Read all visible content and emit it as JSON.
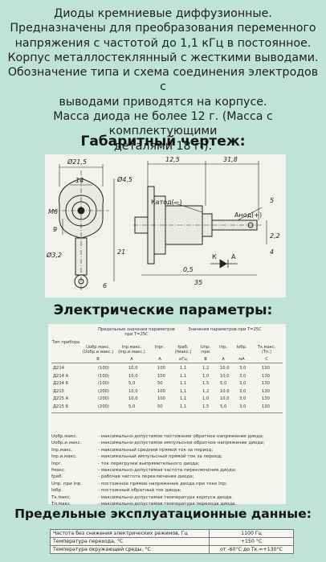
{
  "intro": [
    "Диоды кремниевые диффузионные.",
    "Предназначены для преобразования переменного",
    "напряжения с частотой до 1,1 кГц в постоянное.",
    "Корпус металлостеклянный с жесткими выводами.",
    "Обозначение типа и схема соединения электродов с",
    "выводами приводятся на корпусе.",
    "Масса диода не более 12 г. (Масса с комплектующими",
    "деталями 18 г.)."
  ],
  "gabarit": {
    "title": "Габаритный чертеж:",
    "dims": [
      "Ø21,5",
      "12,5",
      "31,8",
      "14",
      "Ø4,5",
      "M6",
      "9",
      "21",
      "Ø3,2",
      "6",
      "0,5",
      "35",
      "5",
      "2,2",
      "4"
    ],
    "labels": {
      "cathode": "Катод(−)",
      "anode": "Анод(+)",
      "k": "К",
      "a": "А"
    }
  },
  "electric": {
    "title": "Электрические параметры:",
    "group_limits": "Предельные значения параметров при T=25C",
    "group_values": "Значения параметров при T=25C",
    "col_type": "Тип прибора",
    "columns": [
      {
        "name": "Uобр.макс. (Uобр.и.макс.)",
        "unit": "В"
      },
      {
        "name": "Iпр.макс. (Iпр.и.макс.)",
        "unit": "А"
      },
      {
        "name": "Iпрг.",
        "unit": "А"
      },
      {
        "name": "fраб. (fмакс.)",
        "unit": "кГц"
      },
      {
        "name": "Uпр. при",
        "unit": "В"
      },
      {
        "name": "Iпр.",
        "unit": "А"
      },
      {
        "name": "Iобр.",
        "unit": "мА"
      },
      {
        "name": "Tк.макс. (Тп.)",
        "unit": "С"
      }
    ],
    "rows": [
      {
        "type": "Д214",
        "cells": [
          "(100)",
          "10,0",
          "100",
          "1,1",
          "1,2",
          "10,0",
          "3,0",
          "130"
        ]
      },
      {
        "type": "Д214 А",
        "cells": [
          "(100)",
          "10,0",
          "100",
          "1,1",
          "1,0",
          "10,0",
          "3,0",
          "130"
        ]
      },
      {
        "type": "Д214 Б",
        "cells": [
          "(100)",
          "5,0",
          "50",
          "1,1",
          "1,5",
          "5,0",
          "3,0",
          "130"
        ]
      },
      {
        "type": "Д215",
        "cells": [
          "(200)",
          "10,0",
          "100",
          "1,1",
          "1,2",
          "10,0",
          "3,0",
          "130"
        ]
      },
      {
        "type": "Д215 А",
        "cells": [
          "(200)",
          "10,0",
          "100",
          "1,1",
          "1,0",
          "10,0",
          "3,0",
          "130"
        ]
      },
      {
        "type": "Д215 Б",
        "cells": [
          "(200)",
          "5,0",
          "50",
          "1,1",
          "1,5",
          "5,0",
          "3,0",
          "130"
        ]
      }
    ],
    "legend": [
      {
        "k": "Uобр.макс.",
        "v": "- максимально-допустимое постоянное обратное напряжение диода;"
      },
      {
        "k": "Uобр.и.макс.",
        "v": "- максимально-допустимое импульсное обратное напряжение диода;"
      },
      {
        "k": "Iпр.макс.",
        "v": "- максимальный средний прямой ток за период;"
      },
      {
        "k": "Iпр.и.макс.",
        "v": "- максимальный импульсный прямой ток за период;"
      },
      {
        "k": "Iпрг.",
        "v": "- ток перегрузки выпрямительного диода;"
      },
      {
        "k": "fмакс.",
        "v": "- максимально-допустимая частота переключения диода;"
      },
      {
        "k": "fраб.",
        "v": "- рабочая частота переключения диода;"
      },
      {
        "k": "Uпр. при Iпр.",
        "v": "- постоянное прямое напряжение диода при токе Iпр;"
      },
      {
        "k": "Iобр.",
        "v": "- постоянный обратный ток диода;"
      },
      {
        "k": "Tк.макс.",
        "v": "- максимально-допустимая температура корпуса диода."
      },
      {
        "k": "Tп.макс.",
        "v": "- максимально-допустимая температура перехода диода."
      }
    ]
  },
  "limits": {
    "title": "Предельные эксплуатационные данные:",
    "rows": [
      {
        "name": "Частота без снижения электрических режимов, Гц",
        "value": "1100 Гц"
      },
      {
        "name": "Температура перехода, °С",
        "value": "+150 °С"
      },
      {
        "name": "Температура окружающей среды, °С",
        "value": "от -60°С до Tк.=+130°С"
      }
    ]
  }
}
